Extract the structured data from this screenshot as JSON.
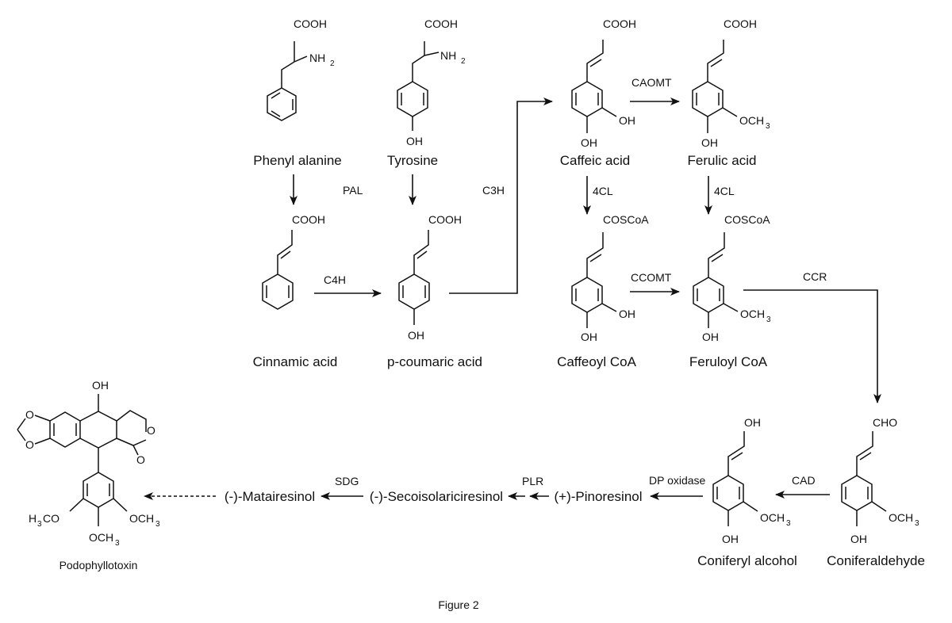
{
  "compounds": {
    "phenylalanine": "Phenyl alanine",
    "tyrosine": "Tyrosine",
    "cinnamic": "Cinnamic acid",
    "pcoumaric": "p-coumaric acid",
    "caffeic": "Caffeic acid",
    "ferulic": "Ferulic acid",
    "caffeoylcoa": "Caffeoyl CoA",
    "feruloylcoa": "Feruloyl CoA",
    "coniferaldehyde": "Coniferaldehyde",
    "coniferylalcohol": "Coniferyl alcohol",
    "pinoresinol": "(+)-Pinoresinol",
    "secoisolariciresinol": "(-)-Secoisolariciresinol",
    "matairesinol": "(-)-Matairesinol",
    "podophyllotoxin": "Podophyllotoxin"
  },
  "enzymes": {
    "pal": "PAL",
    "c4h": "C4H",
    "c3h": "C3H",
    "caomt": "CAOMT",
    "fourcl_a": "4CL",
    "fourcl_b": "4CL",
    "ccomt": "CCOMT",
    "ccr": "CCR",
    "cad": "CAD",
    "dpoxidase": "DP oxidase",
    "plr": "PLR",
    "sdg": "SDG"
  },
  "groups": {
    "cooh": "COOH",
    "nh2_main": "NH",
    "nh2_sub": "2",
    "oh": "OH",
    "och3_main": "OCH",
    "och3_sub": "3",
    "h3co_a": "H",
    "h3co_sub": "3",
    "h3co_b": "CO",
    "coscoa": "COSCoA",
    "cho": "CHO",
    "o": "O"
  },
  "caption": "Figure 2"
}
